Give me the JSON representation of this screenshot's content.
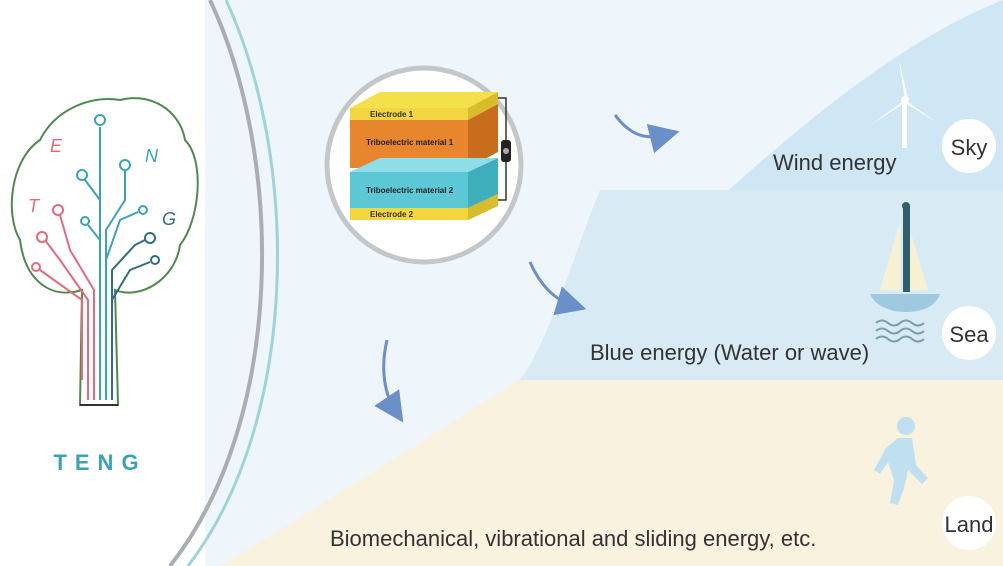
{
  "tree": {
    "letters": [
      "T",
      "E",
      "N",
      "G"
    ],
    "caption": "TENG"
  },
  "device": {
    "electrode_top": "Electrode 1",
    "material_top": "Triboelectric material 1",
    "material_bottom": "Triboelectric material 2",
    "electrode_bottom": "Electrode 2"
  },
  "energy": {
    "wind": "Wind energy",
    "blue": "Blue energy (Water or wave)",
    "bio": "Biomechanical, vibrational and sliding energy, etc."
  },
  "zones": {
    "sky": "Sky",
    "sea": "Sea",
    "land": "Land"
  },
  "icons": [
    "wind-turbine-icon",
    "sailboat-icon",
    "waves-icon",
    "walking-person-icon"
  ],
  "colors": {
    "sky": "#cfe7f5",
    "sea": "#dcedf5",
    "land": "#f8f2de",
    "teal": "#3aa3b8",
    "pink": "#e8697c",
    "tree_outline": "#4e8a4e",
    "orange": "#e8862e",
    "cyan": "#5cc8d6",
    "yellow": "#f2d640"
  }
}
